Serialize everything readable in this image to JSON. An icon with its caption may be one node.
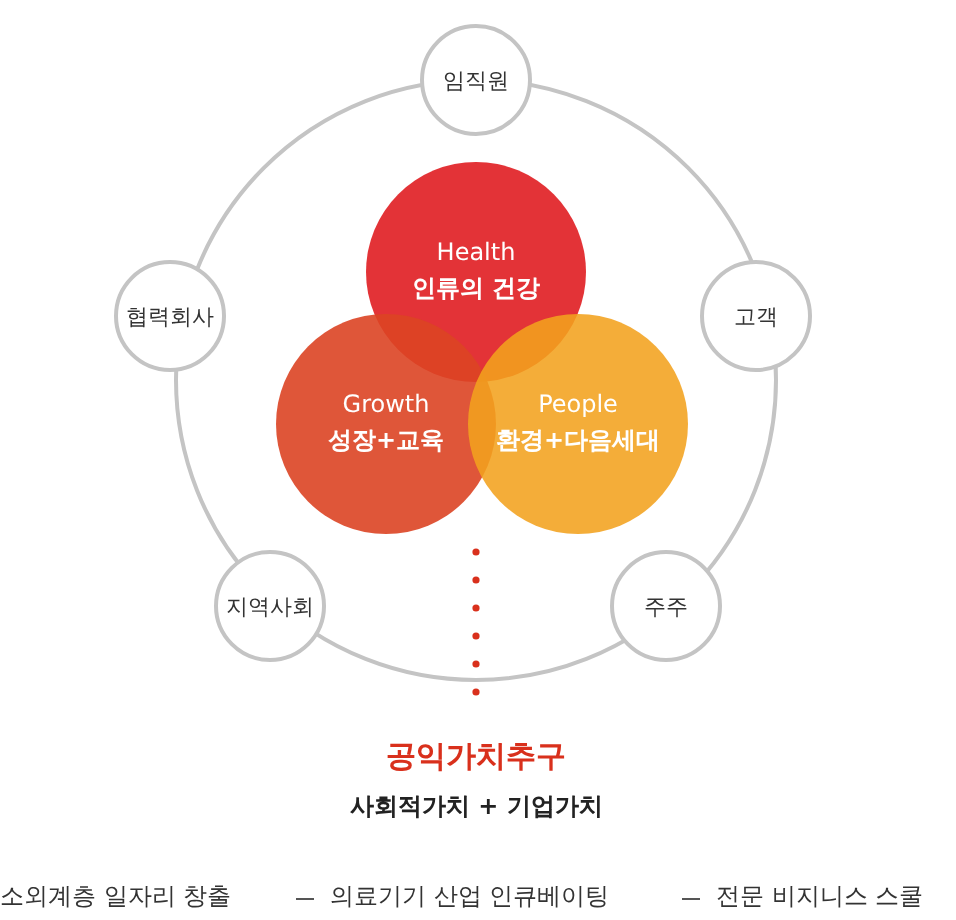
{
  "diagram": {
    "nodes": [
      {
        "text": [
          "임직원"
        ]
      },
      {
        "text": [
          "협력회사"
        ]
      },
      {
        "text": [
          "고객"
        ]
      },
      {
        "text": [
          "Health",
          "인류의 건강"
        ]
      },
      {
        "text": [
          "Growth",
          "성장+교육"
        ]
      },
      {
        "text": [
          "People",
          "환경+다음세대"
        ]
      },
      {
        "text": [
          "지역사회"
        ]
      },
      {
        "text": [
          "주주"
        ]
      }
    ],
    "labels": [
      "공익가치추구",
      "사회적가치 + 기업가치",
      "소외계층 일자리 창출",
      "의료기기 산업 인큐베이팅",
      "전문 비지니스 스쿨"
    ]
  }
}
